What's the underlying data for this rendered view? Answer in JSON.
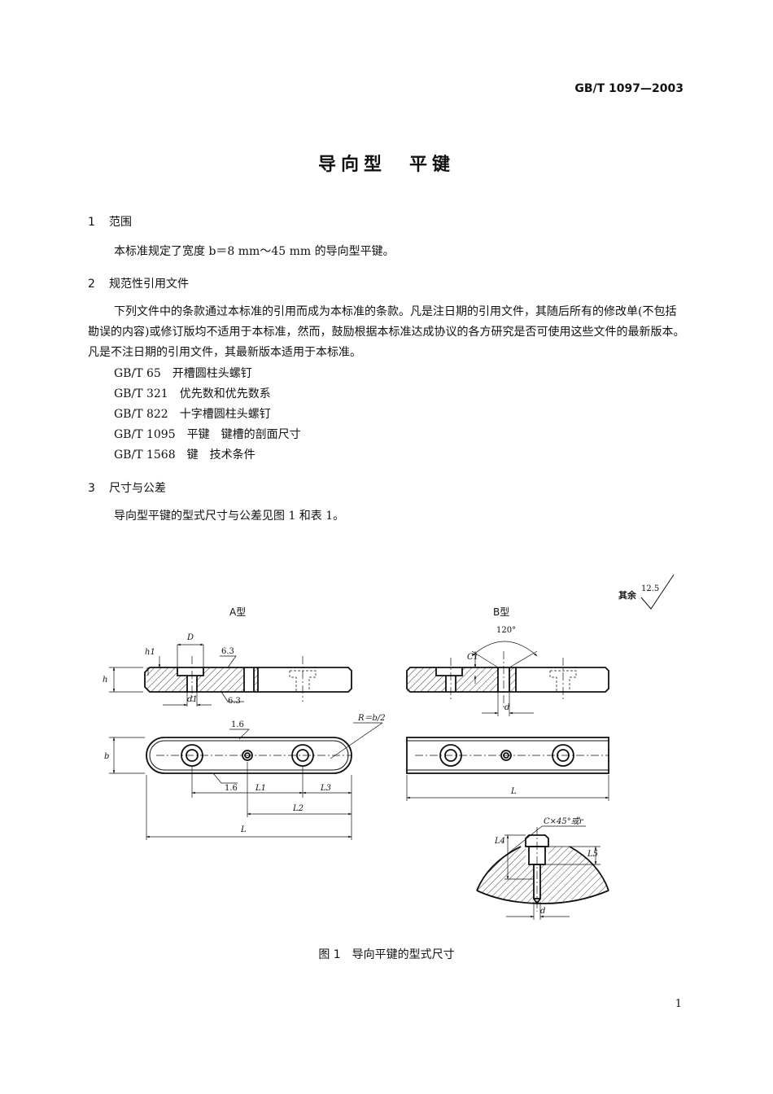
{
  "header": {
    "standard_code": "GB/T 1097—2003"
  },
  "title": "导向型　平键",
  "sections": [
    {
      "number": "1",
      "heading": "范围",
      "text": "本标准规定了宽度 b＝8 mm～45 mm 的导向型平键。"
    },
    {
      "number": "2",
      "heading": "规范性引用文件",
      "text": "下列文件中的条款通过本标准的引用而成为本标准的条款。凡是注日期的引用文件，其随后所有的修改单(不包括勘误的内容)或修订版均不适用于本标准，然而，鼓励根据本标准达成协议的各方研究是否可使用这些文件的最新版本。凡是不注日期的引用文件，其最新版本适用于本标准。",
      "references": [
        "GB/T 65　开槽圆柱头螺钉",
        "GB/T 321　优先数和优先数系",
        "GB/T 822　十字槽圆柱头螺钉",
        "GB/T 1095　平键　键槽的剖面尺寸",
        "GB/T 1568　键　技术条件"
      ]
    },
    {
      "number": "3",
      "heading": "尺寸与公差",
      "text": "导向型平键的型式尺寸与公差见图 1 和表 1。"
    }
  ],
  "figure": {
    "roughness_note": "其余",
    "roughness_value": "12.5",
    "view_a_label": "A型",
    "view_b_label": "B型",
    "labels": {
      "D": "D",
      "h1": "h1",
      "h": "h",
      "d1": "d1",
      "r63a": "6.3",
      "r63b": "6.3",
      "r16a": "1.6",
      "r16b": "1.6",
      "R": "R＝b/2",
      "b": "b",
      "L1": "L1",
      "L2": "L2",
      "L3": "L3",
      "L": "L",
      "angle": "120°",
      "C1": "C1",
      "d": "d",
      "LB": "L",
      "chamfer": "C×45°或r",
      "L4": "L4",
      "L5": "L5",
      "d_detail": "d"
    },
    "caption": "图 1　导向平键的型式尺寸"
  },
  "page_number": "1"
}
